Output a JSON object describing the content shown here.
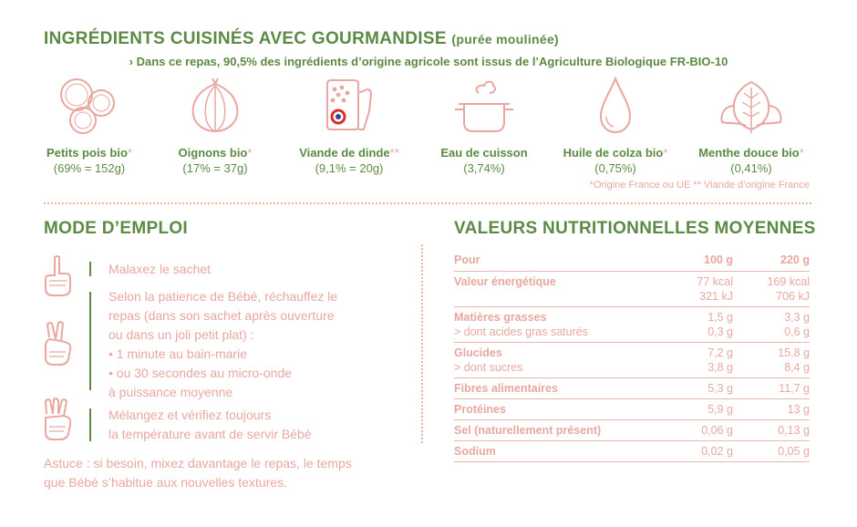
{
  "ingredients_section": {
    "title": "INGRÉDIENTS CUISINÉS AVEC GOURMANDISE",
    "subtitle": "(purée moulinée)",
    "bio_line": "› Dans ce repas, 90,5% des ingrédients d’origine agricole sont issus de l’Agriculture Biologique FR-BIO-10",
    "items": [
      {
        "name": "Petits pois bio",
        "mark": "*",
        "qty": "(69% = 152g)",
        "icon": "peas-icon"
      },
      {
        "name": "Oignons bio",
        "mark": "*",
        "qty": "(17% = 37g)",
        "icon": "onion-icon"
      },
      {
        "name": "Viande de dinde",
        "mark": "**",
        "qty": "(9,1% = 20g)",
        "icon": "turkey-meat-icon"
      },
      {
        "name": "Eau de cuisson",
        "mark": "",
        "qty": "(3,74%)",
        "icon": "cooking-pot-icon"
      },
      {
        "name": "Huile de colza bio",
        "mark": "*",
        "qty": "(0,75%)",
        "icon": "oil-drop-icon"
      },
      {
        "name": "Menthe douce bio",
        "mark": "*",
        "qty": "(0,41%)",
        "icon": "mint-leaf-icon"
      }
    ],
    "origin_note": "*Origine France ou UE  ** Viande d’origine France"
  },
  "mode_emploi": {
    "title": "MODE D’EMPLOI",
    "steps": [
      {
        "icon": "hand-one-finger-icon",
        "lines": [
          "Malaxez le sachet"
        ]
      },
      {
        "icon": "hand-two-fingers-icon",
        "lines": [
          "Selon la patience de Bébé, réchauffez le",
          "repas (dans son sachet après ouverture",
          "ou dans un joli petit plat) :",
          "• 1 minute au bain-marie",
          "• ou 30 secondes au micro-onde",
          "à puissance moyenne"
        ]
      },
      {
        "icon": "hand-three-fingers-icon",
        "lines": [
          "Mélangez et vérifiez toujours",
          "la température avant de servir Bébé"
        ]
      }
    ],
    "tip": [
      "Astuce : si besoin, mixez davantage le repas, le temps",
      "que Bébé s’habitue aux nouvelles textures."
    ]
  },
  "nutrition": {
    "title": "VALEURS NUTRITIONNELLES MOYENNES",
    "header": {
      "label": "Pour",
      "col1": "100 g",
      "col2": "220 g"
    },
    "rows": [
      {
        "label": "Valeur énergétique",
        "bold": true,
        "v1": "77 kcal",
        "v2": "169 kcal",
        "v1b": "321 kJ",
        "v2b": "706 kJ"
      },
      {
        "label": "Matières grasses",
        "bold": true,
        "v1": "1,5 g",
        "v2": "3,3 g",
        "sub_label": "> dont acides gras saturés",
        "v1b": "0,3 g",
        "v2b": "0,6 g"
      },
      {
        "label": "Glucides",
        "bold": true,
        "v1": "7,2 g",
        "v2": "15,8 g",
        "sub_label": "> dont sucres",
        "v1b": "3,8 g",
        "v2b": "8,4 g"
      },
      {
        "label": "Fibres alimentaires",
        "bold": true,
        "v1": "5,3 g",
        "v2": "11,7 g"
      },
      {
        "label": "Protéines",
        "bold": true,
        "v1": "5,9 g",
        "v2": "13 g"
      },
      {
        "label": "Sel (naturellement présent)",
        "bold": true,
        "v1": "0,06 g",
        "v2": "0,13 g"
      },
      {
        "label": "Sodium",
        "bold": true,
        "v1": "0,02 g",
        "v2": "0,05 g"
      }
    ]
  },
  "colors": {
    "green": "#5c8a44",
    "pink": "#e8a7a1",
    "dots": "#e8b59d"
  }
}
